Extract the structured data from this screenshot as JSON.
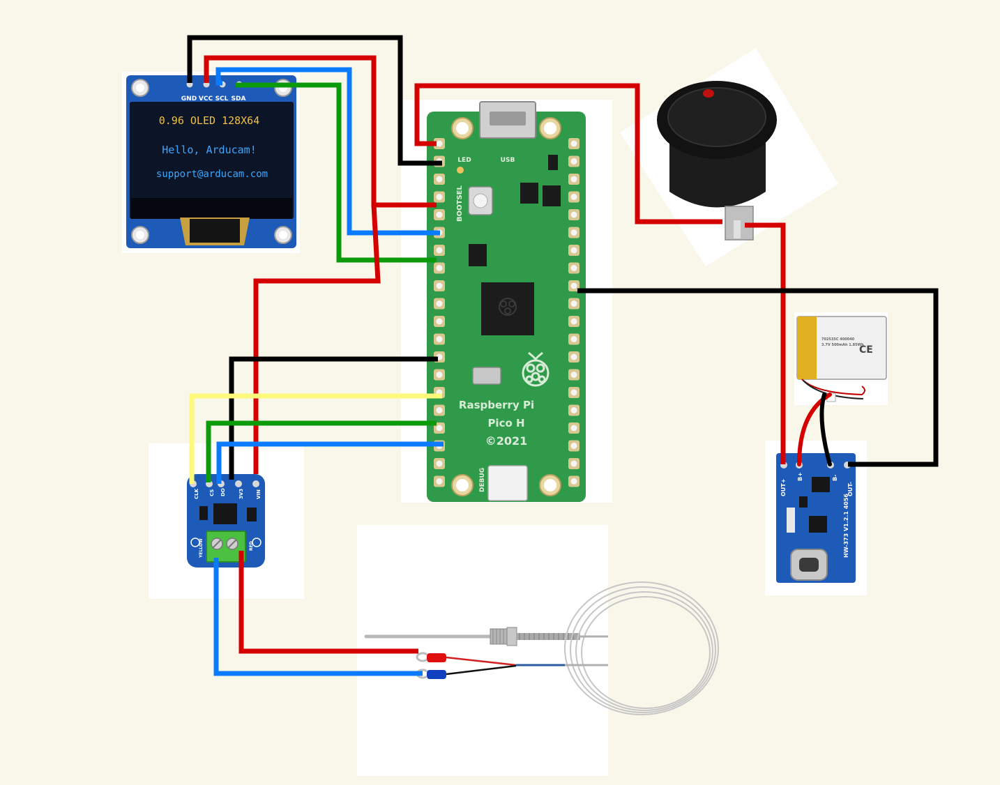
{
  "colors": {
    "background": "#f9f7ea",
    "wire_black": "#000000",
    "wire_red": "#d40000",
    "wire_blue": "#0a7bff",
    "wire_green": "#0a9a0a",
    "wire_yellow": "#fdf97a",
    "pico_board": "#2f9a4a",
    "blue_pcb": "#1e5bb8",
    "oled_text_yellow": "#f0c040",
    "oled_text_blue": "#3aa8ff"
  },
  "oled": {
    "pins": [
      "GND",
      "VCC",
      "SCL",
      "SDA"
    ],
    "screen_line1": "0.96 OLED 128X64",
    "screen_line2": "Hello, Arducam!",
    "screen_line3": "support@arducam.com"
  },
  "pico": {
    "label_line1": "Raspberry Pi",
    "label_line2": "Pico H",
    "label_line3": "©2021",
    "bootsel": "BOOTSEL",
    "usb": "USB",
    "led": "LED",
    "debug": "DEBUG"
  },
  "thermo_module": {
    "pins": [
      "CLK",
      "CS",
      "DO",
      "3V3",
      "VIN"
    ],
    "terminal_labels": [
      "YELLOW",
      "RED"
    ]
  },
  "charger": {
    "pins": [
      "OUT+",
      "B+",
      "B-",
      "OUT-"
    ],
    "model": "HW-373 V1.2.1 4056"
  },
  "battery": {
    "line1": "702535C 400040",
    "line2": "3.7V 500mAh 1.85Wh",
    "ce": "CE"
  }
}
